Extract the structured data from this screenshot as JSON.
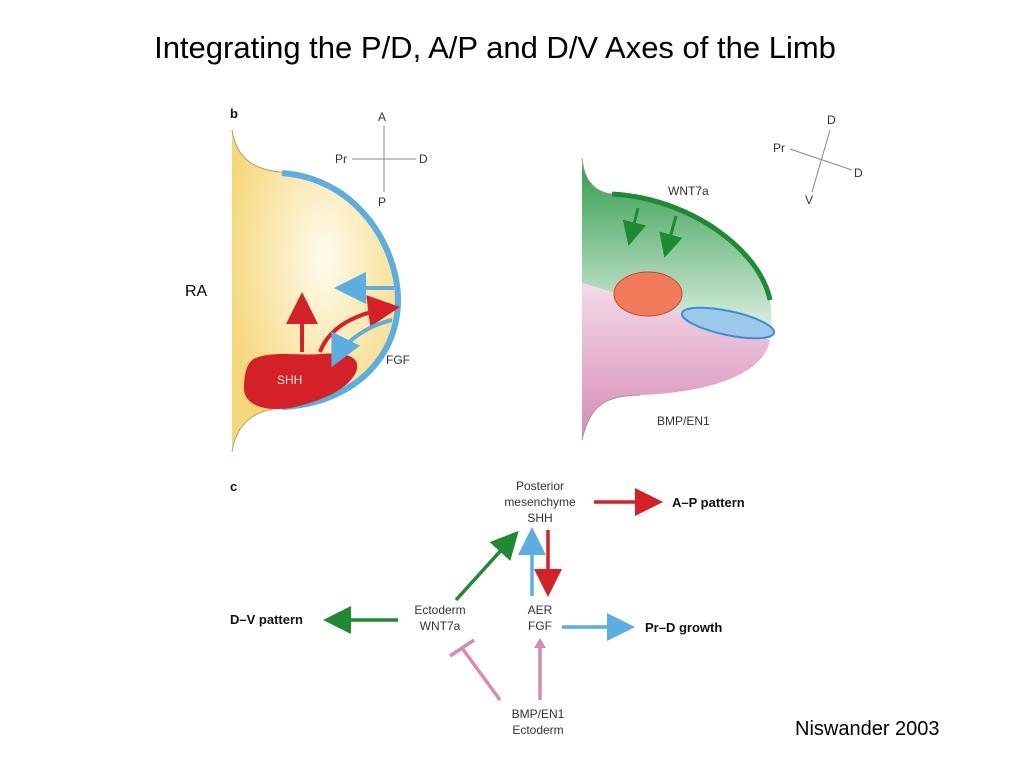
{
  "slide": {
    "title": "Integrating the P/D, A/P and D/V Axes of the Limb",
    "left_label": "RA",
    "citation": "Niswander 2003"
  },
  "panel_b": {
    "letter": "b",
    "left_bud": {
      "axes": {
        "top": "A",
        "left": "Pr",
        "right": "D",
        "bottom": "P"
      },
      "shh_label": "SHH",
      "fgf_label": "FGF"
    },
    "right_bud": {
      "axes": {
        "left": "Pr",
        "top": "D",
        "right": "D",
        "bottom": "V"
      },
      "dorsal_label": "WNT7a",
      "ventral_label": "BMP/EN1"
    }
  },
  "panel_c": {
    "letter": "c",
    "nodes": {
      "posterior_line1": "Posterior",
      "posterior_line2": "mesenchyme",
      "posterior_line3": "SHH",
      "ectoderm_line1": "Ectoderm",
      "ectoderm_line2": "WNT7a",
      "aer_line1": "AER",
      "aer_line2": "FGF",
      "bmp_line1": "BMP/EN1",
      "bmp_line2": "Ectoderm"
    },
    "outputs": {
      "ap": "A–P pattern",
      "dv": "D–V pattern",
      "prd": "Pr–D growth"
    }
  },
  "colors": {
    "red": "#d42027",
    "blue": "#5aaee0",
    "green": "#1e8a32",
    "pink": "#d98ab0",
    "yellow": "#f7dd8a"
  }
}
